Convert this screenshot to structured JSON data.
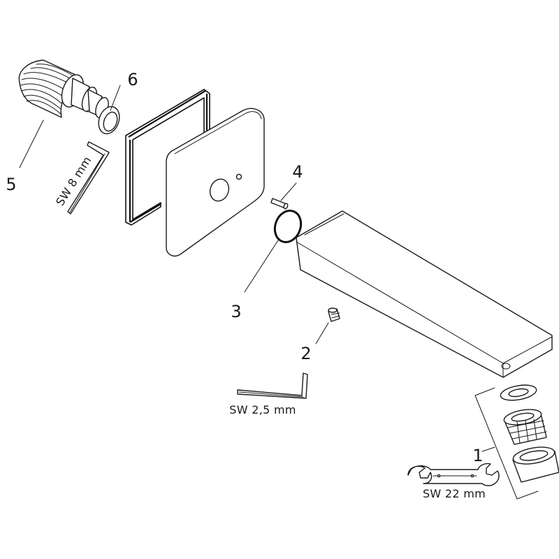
{
  "callouts": {
    "p1": "1",
    "p2": "2",
    "p3": "3",
    "p4": "4",
    "p5": "5",
    "p6": "6"
  },
  "tools": {
    "hex_key_small": "SW 2,5 mm",
    "hex_key_large": "SW 8 mm",
    "wrench": "SW 22 mm"
  }
}
